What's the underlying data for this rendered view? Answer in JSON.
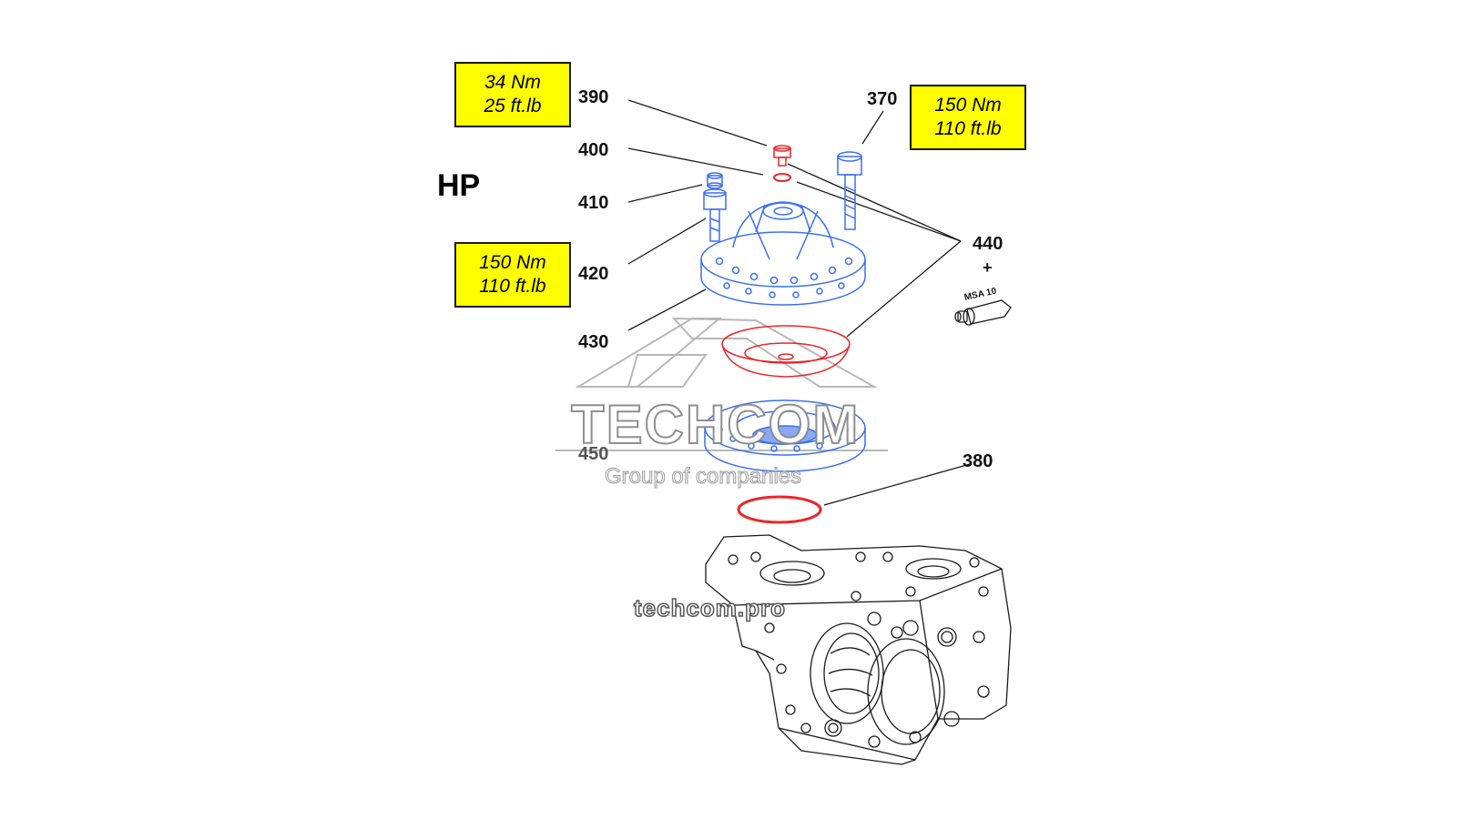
{
  "section_label": "HP",
  "torque_boxes": [
    {
      "line1": "34 Nm",
      "line2": "25 ft.lb"
    },
    {
      "line1": "150 Nm",
      "line2": "110 ft.lb"
    },
    {
      "line1": "150 Nm",
      "line2": "110 ft.lb"
    }
  ],
  "part_labels": {
    "p390": "390",
    "p400": "400",
    "p410": "410",
    "p420": "420",
    "p430": "430",
    "p370": "370",
    "p440": "440",
    "p450": "450",
    "p380": "380"
  },
  "plus_sign": "+",
  "tube_label": "MSA 10",
  "watermark": {
    "brand": "TECHCOM",
    "tagline": "Group of companies",
    "url": "techcom.pro"
  },
  "colors": {
    "blue_parts": "#3a6ff0",
    "red_parts": "#e8272a",
    "highlight_box": "#ffff00",
    "line_art": "#1a1a1a"
  }
}
